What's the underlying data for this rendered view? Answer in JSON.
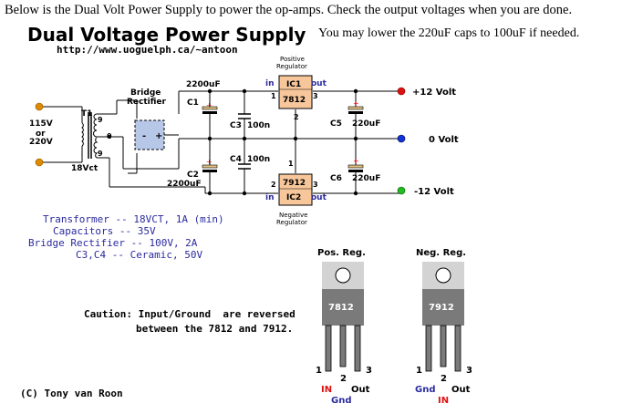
{
  "header": {
    "intro": "Below is the Dual Volt Power Supply to power the op-amps. Check the output voltages when you are done.",
    "title": "Dual Voltage Power Supply",
    "url": "http://www.uoguelph.ca/~antoon",
    "lower_caps_note": "You may lower the 220uF caps to 100uF if needed."
  },
  "schematic": {
    "transformer": "T1",
    "input_voltage": [
      "115V",
      "or",
      "220V"
    ],
    "transformer_rating": "18Vct",
    "taps": [
      "9",
      "0",
      "9"
    ],
    "bridge_label": [
      "Bridge",
      "Rectifier"
    ],
    "bridge_signs": [
      "-",
      "+"
    ],
    "c1": {
      "name": "C1",
      "value": "2200uF"
    },
    "c2": {
      "name": "C2",
      "value": "2200uF"
    },
    "c3": {
      "name": "C3",
      "value": "100n"
    },
    "c4": {
      "name": "C4",
      "value": "100n"
    },
    "c5": {
      "name": "C5",
      "value": "220uF"
    },
    "c6": {
      "name": "C6",
      "value": "220uF"
    },
    "ic1": {
      "name": "IC1",
      "part": "7812",
      "caption": [
        "Positive",
        "Regulator"
      ],
      "pin_in": "in",
      "pin_out": "out",
      "pins": [
        "1",
        "2",
        "3"
      ]
    },
    "ic2": {
      "name": "IC2",
      "part": "7912",
      "caption": [
        "Negative",
        "Regulator"
      ],
      "pin_in": "in",
      "pin_out": "out",
      "pins": [
        "1",
        "2",
        "3"
      ]
    },
    "plus_mark": "+",
    "outputs": [
      {
        "label": "+12 Volt",
        "color": "#dd1111"
      },
      {
        "label": "0 Volt",
        "color": "#1133dd"
      },
      {
        "label": "-12 Volt",
        "color": "#22bb22"
      }
    ],
    "input_terminal_color": "#e08a00",
    "ic_fill": "#f7c79b"
  },
  "parts_list": [
    "Transformer -- 18VCT, 1A (min)",
    "Capacitors -- 35V",
    "Bridge Rectifier -- 100V, 2A",
    "C3,C4 -- Ceramic, 50V"
  ],
  "caution": [
    "Caution: Input/Ground  are reversed",
    "between the 7812 and 7912."
  ],
  "packages": {
    "pos": {
      "title": "Pos. Reg.",
      "part": "7812",
      "pins": [
        "1",
        "2",
        "3"
      ],
      "left_label": "IN",
      "left_color": "#dd1111",
      "right_label": "Out",
      "middle_label": "Gnd",
      "middle_color": "#2a2aa0"
    },
    "neg": {
      "title": "Neg. Reg.",
      "part": "7912",
      "pins": [
        "1",
        "2",
        "3"
      ],
      "left_label": "Gnd",
      "left_color": "#2a2aa0",
      "right_label": "Out",
      "middle_label": "IN",
      "middle_color": "#dd1111"
    },
    "body_color": "#7a7a7a",
    "tab_color": "#d3d3d3"
  },
  "copyright": "(C) Tony van Roon"
}
